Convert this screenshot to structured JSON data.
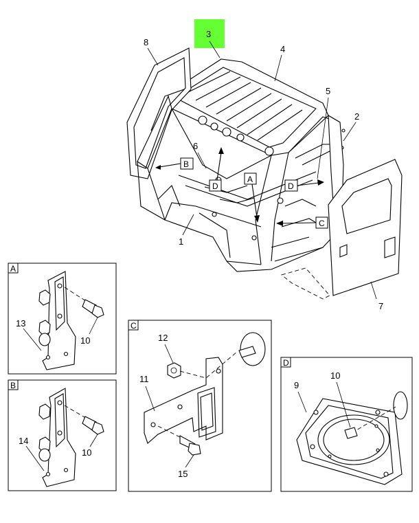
{
  "main": {
    "highlight_color": "#66ff33",
    "callouts": {
      "c1": "1",
      "c2": "2",
      "c3": "3",
      "c4": "4",
      "c5": "5",
      "c6": "6",
      "c7": "7",
      "c8": "8"
    },
    "view_flags": {
      "b": "B",
      "d1": "D",
      "a": "A",
      "d2": "D",
      "c": "C"
    }
  },
  "detail_a": {
    "title": "A",
    "c13": "13",
    "c10": "10"
  },
  "detail_b": {
    "title": "B",
    "c14": "14",
    "c10": "10"
  },
  "detail_c": {
    "title": "C",
    "c12": "12",
    "c11": "11",
    "c15": "15"
  },
  "detail_d": {
    "title": "D",
    "c9": "9",
    "c10": "10"
  }
}
